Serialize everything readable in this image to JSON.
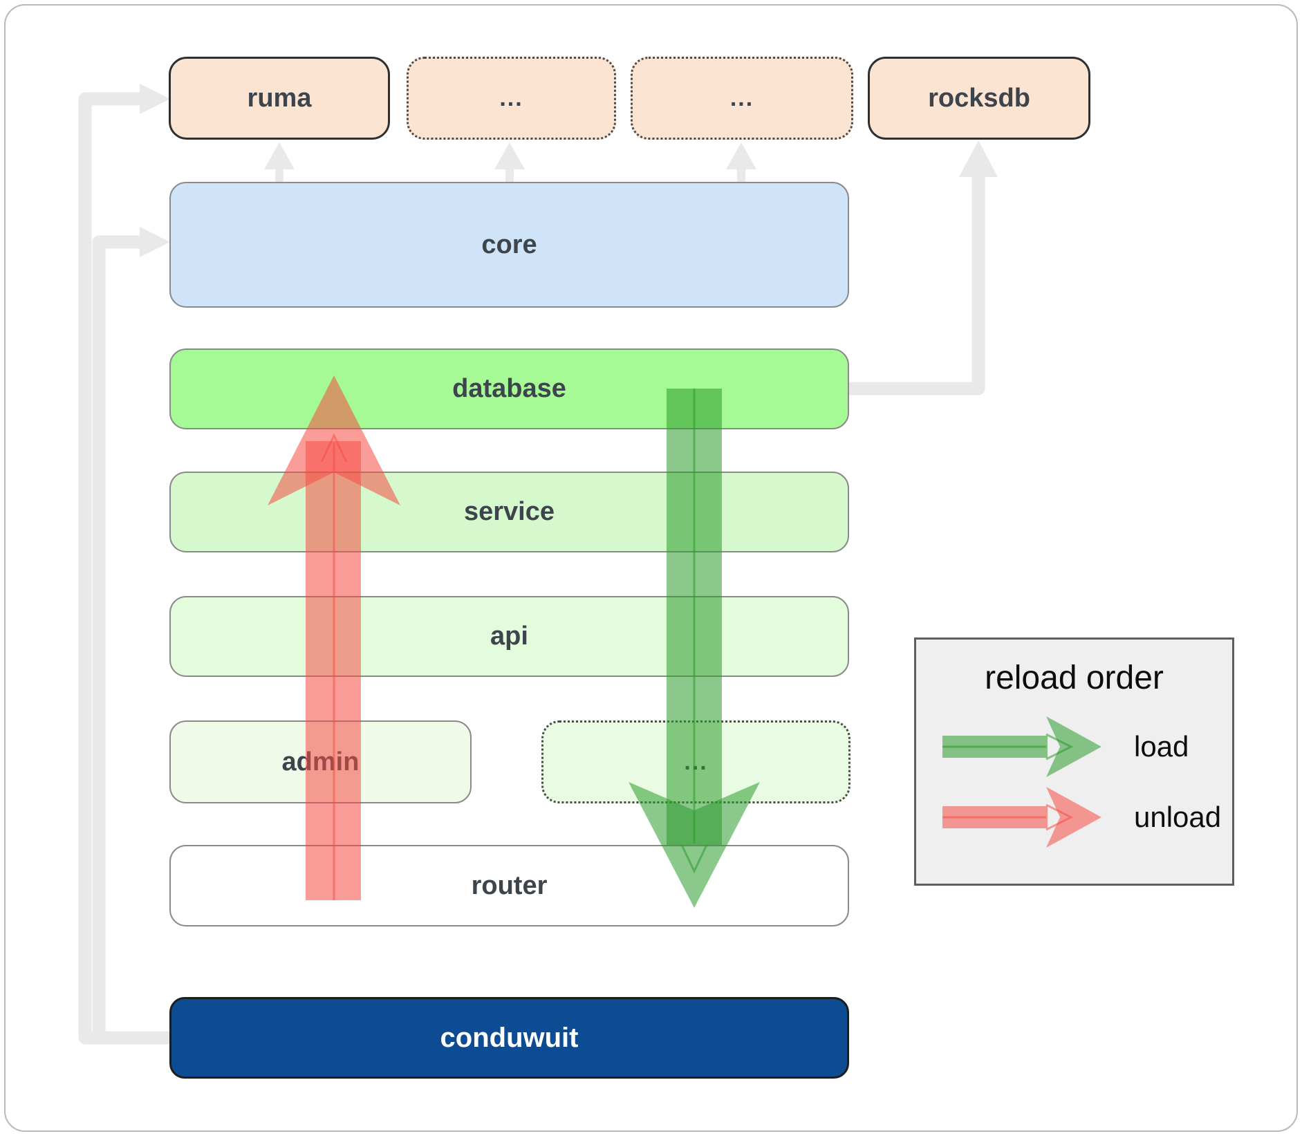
{
  "diagram": {
    "boxes": {
      "ruma": {
        "label": "ruma"
      },
      "deps_more_1": {
        "label": "..."
      },
      "deps_more_2": {
        "label": "..."
      },
      "rocksdb": {
        "label": "rocksdb"
      },
      "core": {
        "label": "core"
      },
      "database": {
        "label": "database"
      },
      "service": {
        "label": "service"
      },
      "api": {
        "label": "api"
      },
      "admin": {
        "label": "admin"
      },
      "services_more": {
        "label": "..."
      },
      "router": {
        "label": "router"
      },
      "conduwuit": {
        "label": "conduwuit"
      }
    },
    "legend": {
      "title": "reload order",
      "items": [
        {
          "label": "load",
          "arrow": "green-right-arrow"
        },
        {
          "label": "unload",
          "arrow": "red-right-arrow"
        }
      ]
    },
    "colors": {
      "peach": "#fce4d2",
      "blue": "#d0e4f9",
      "green_bright": "#a5fa96",
      "green_light": "#d5f9cc",
      "green_lighter": "#e3fcdb",
      "green_faint_admin": "#effae9",
      "green_faint_more": "#e9fce3",
      "white_box": "#ffffff",
      "navy": "#0d4c93",
      "border_dark": "#2f2f2f",
      "border_gray": "#8a8a8a",
      "border_dotted": "#4a4a4a",
      "connector": "#e9e9e9",
      "load_arrow": "rgba(44,154,44,0.55)",
      "unload_arrow": "rgba(246,77,70,0.55)",
      "text_dark": "#3d444b",
      "text_light": "#ffffff",
      "legend_bg": "#efefef",
      "legend_border": "#5e5e5e",
      "legend_text": "#0d0d0d",
      "frame_border": "#b9b9b9"
    }
  }
}
